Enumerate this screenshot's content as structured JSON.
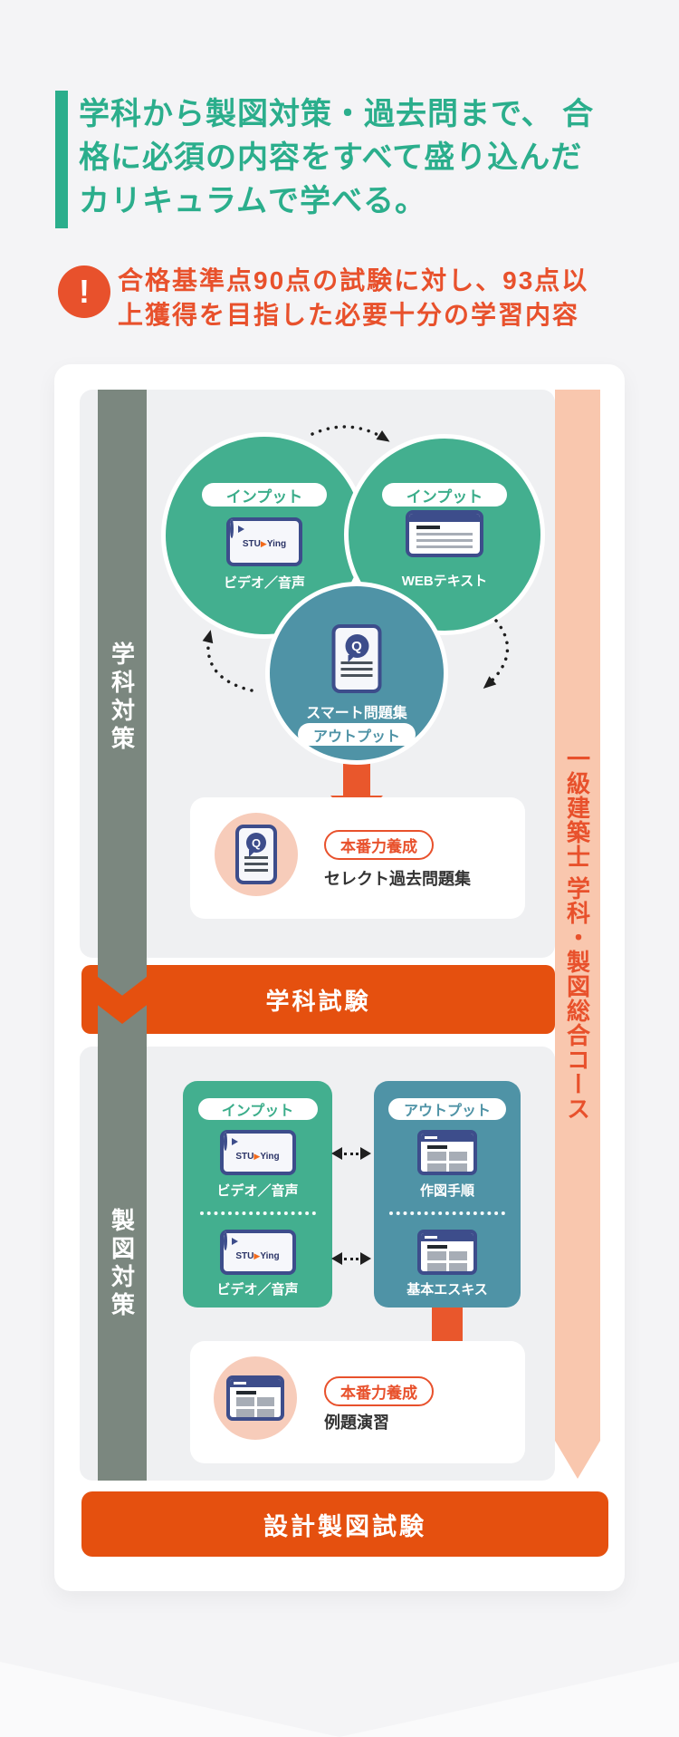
{
  "heading": {
    "lines": [
      "学科から製図対策・過去問まで、 合",
      "格に必須の内容をすべて盛り込んだ",
      "カリキュラムで学べる。"
    ]
  },
  "note": {
    "icon_glyph": "!",
    "lines": [
      "合格基準点90点の試験に対し、93点以",
      "上獲得を目指した必要十分の学習内容"
    ]
  },
  "tracks": {
    "subject": "学科対策",
    "drafting": "製図対策"
  },
  "course_bar": {
    "label": "一級建築士 学科・製図総合コース"
  },
  "venn": {
    "input_pill_left": "インプット",
    "input_pill_right": "インプット",
    "video_label": "ビデオ／音声",
    "webtext_label": "WEBテキスト",
    "smart_label": "スマート問題集",
    "output_pill": "アウトプット"
  },
  "logo": {
    "pre": "STU",
    "play": "▶",
    "post": "Ying"
  },
  "practice_subject": {
    "badge": "本番力養成",
    "title": "セレクト過去問題集"
  },
  "exam_subject": {
    "label": "学科試験"
  },
  "drafting_flow": {
    "input_pill": "インプット",
    "output_pill": "アウトプット",
    "video_label_1": "ビデオ／音声",
    "video_label_2": "ビデオ／音声",
    "output_item_1": "作図手順",
    "output_item_2": "基本エスキス"
  },
  "practice_drafting": {
    "badge": "本番力養成",
    "title": "例題演習"
  },
  "exam_drafting": {
    "label": "設計製図試験"
  },
  "colors": {
    "accent_green": "#2BAE8C",
    "accent_orange": "#E8512C",
    "banner_orange": "#E5500F",
    "circle_green": "#43AF8F",
    "circle_teal": "#4F93A6",
    "gray_track": "#7B877F",
    "pink_track": "#F9C7AE",
    "icon_navy": "#3D4D8B"
  }
}
